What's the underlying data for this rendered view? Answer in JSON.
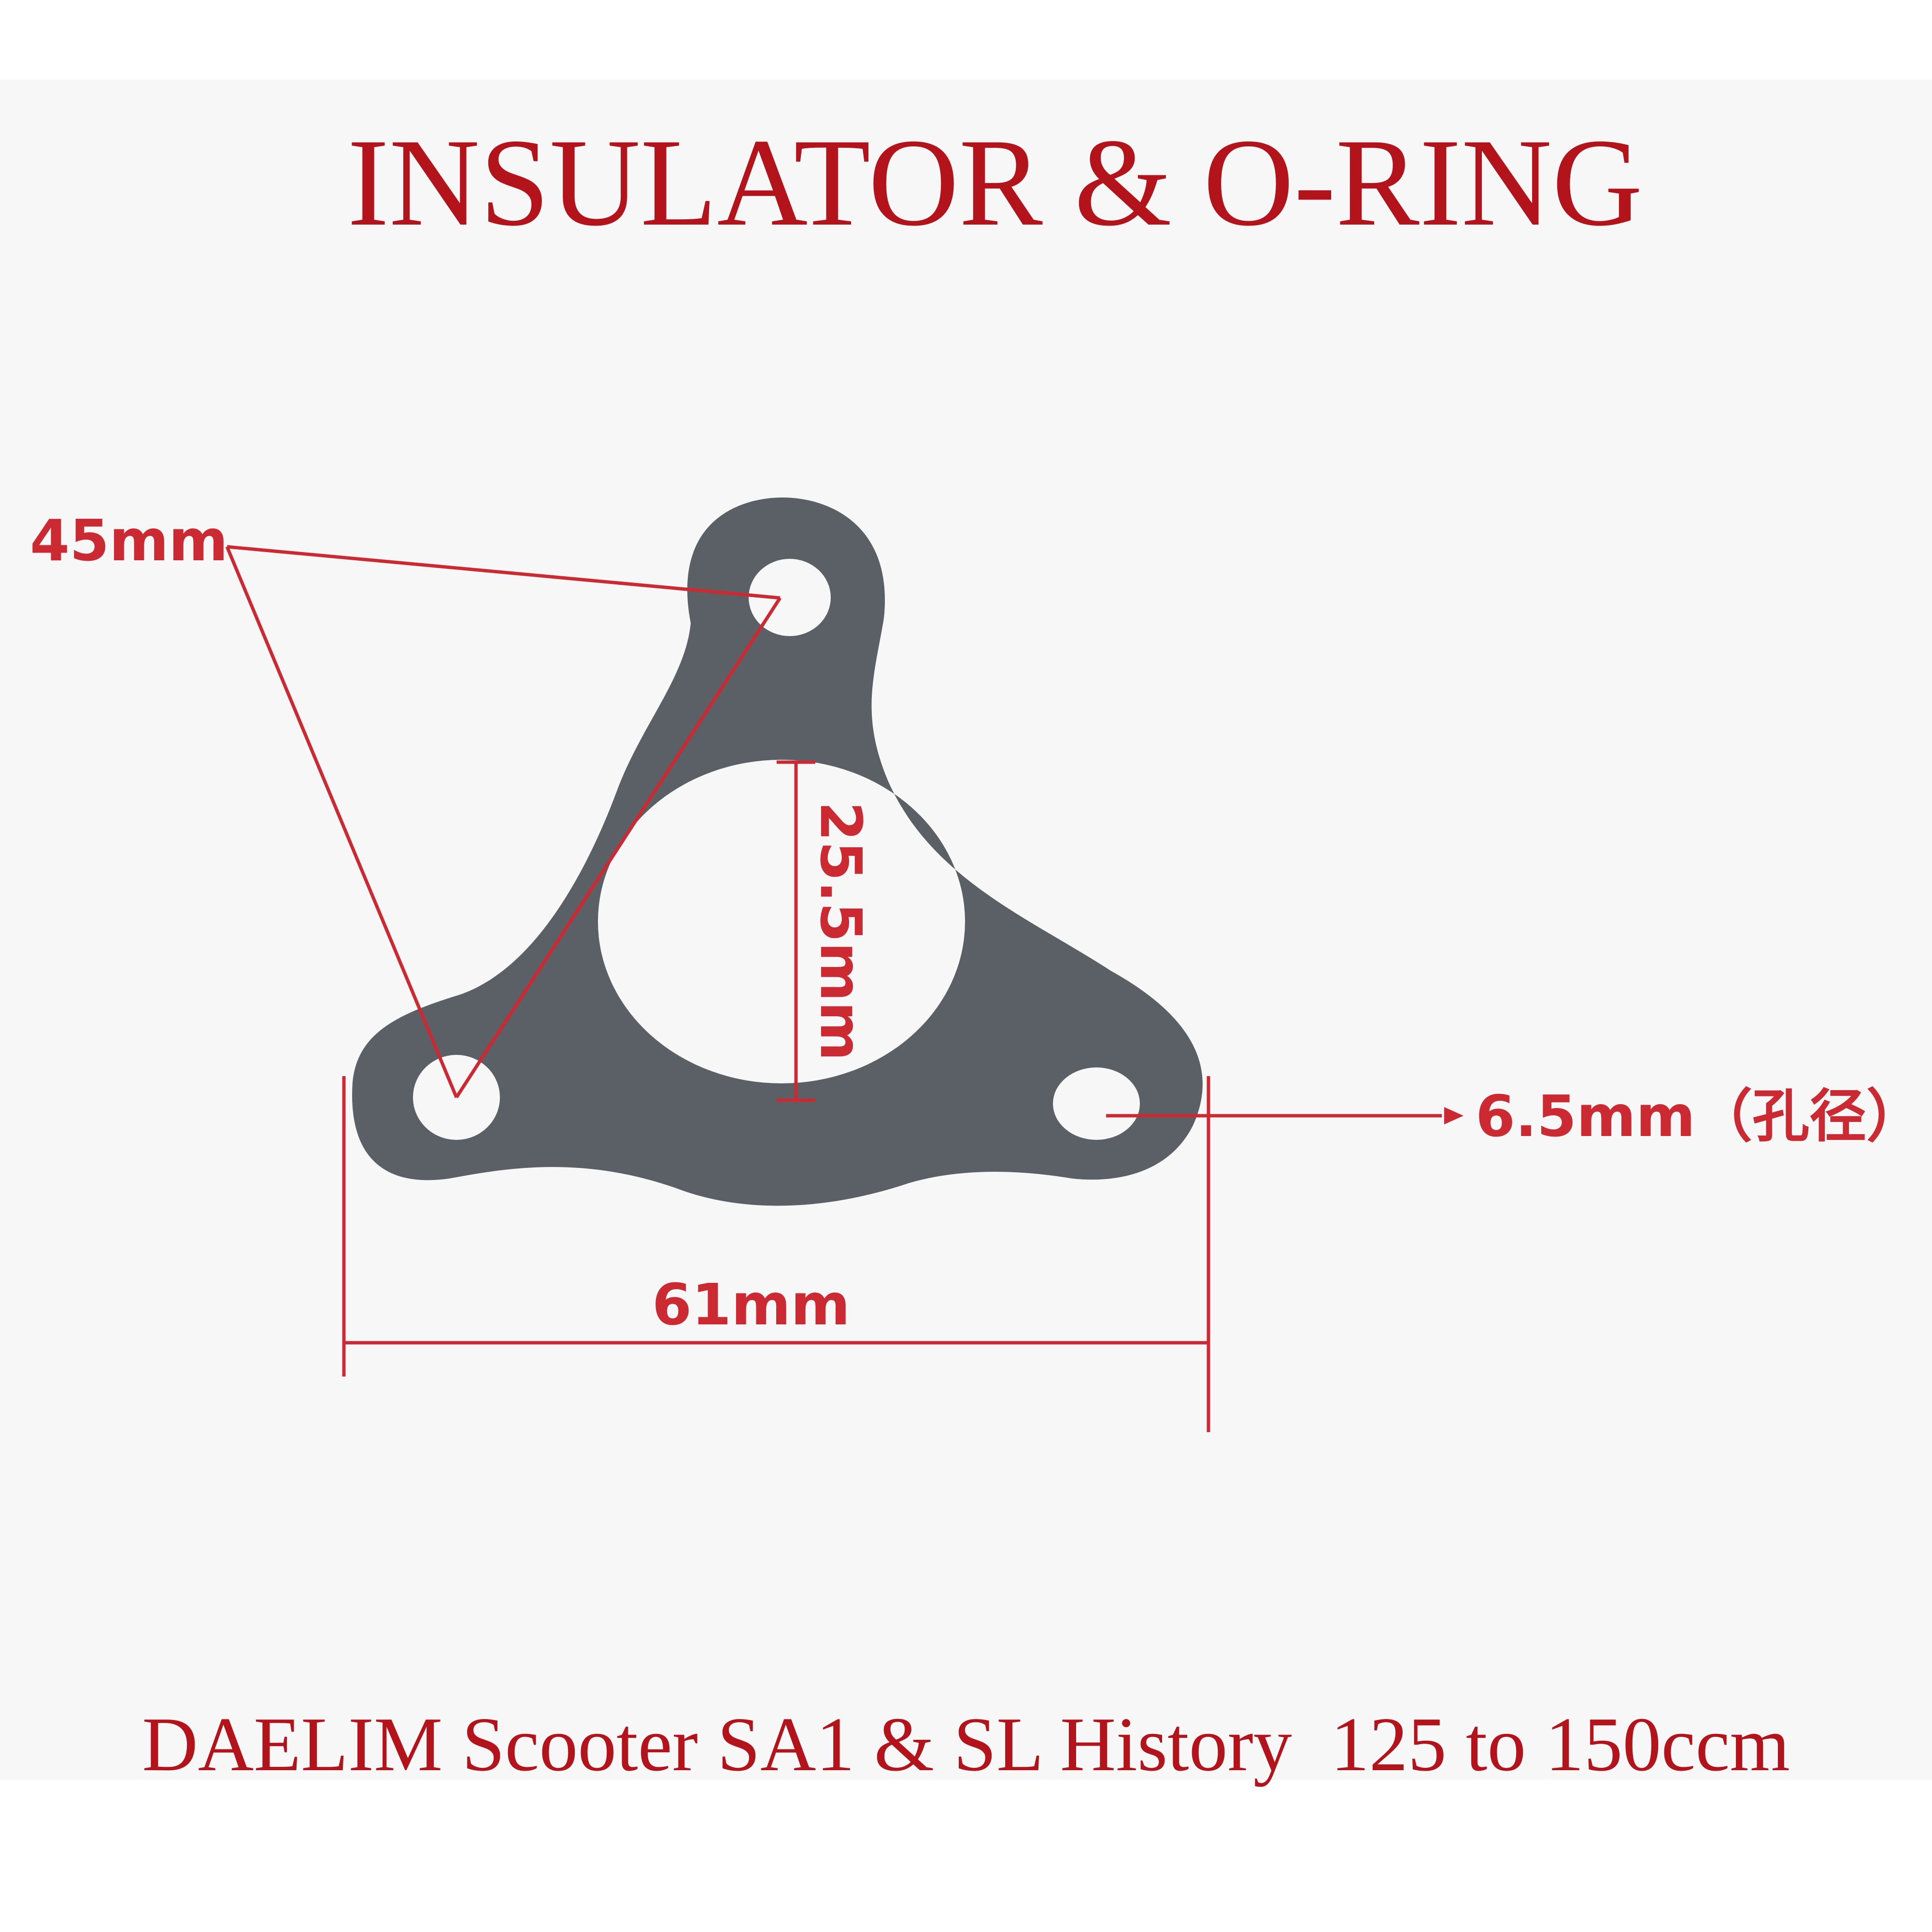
{
  "title": "INSULATOR & O-RING",
  "footer": "DAELIM Scooter SA1 & SL History  125 to 150ccm",
  "dimensions": {
    "hole_spacing": "45mm",
    "bore_diameter": "25.5mm",
    "hole_diameter": "6.5mm（孔径）",
    "overall_width": "61mm"
  },
  "colors": {
    "annotation": "#cc2a33",
    "title": "#b3141c",
    "gasket": "#5b5f66",
    "background": "#ffffff",
    "panel": "#f7f7f7"
  }
}
